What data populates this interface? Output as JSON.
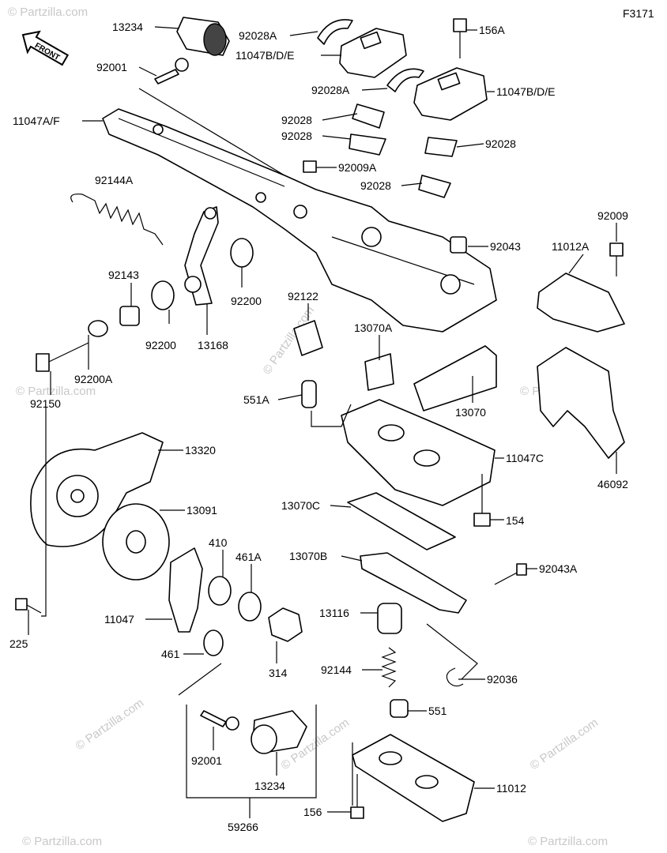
{
  "diagram_code": "F3171",
  "front_label": "FRONT",
  "watermark": "© Partzilla.com",
  "labels": {
    "p13234_top": "13234",
    "p92028A_1": "92028A",
    "p11047BDE_1": "11047B/D/E",
    "p156A": "156A",
    "p92001_top": "92001",
    "p92028A_2": "92028A",
    "p11047BDE_2": "11047B/D/E",
    "p11047AF": "11047A/F",
    "p92028_1": "92028",
    "p92028_2": "92028",
    "p92028_3": "92028",
    "p92028_4": "92028",
    "p92009A": "92009A",
    "p92144A": "92144A",
    "p92009": "92009",
    "p11012A": "11012A",
    "p92043": "92043",
    "p92143": "92143",
    "p92122": "92122",
    "p92200_1": "92200",
    "p92200_2": "92200",
    "p13168": "13168",
    "p13070A": "13070A",
    "p92200A": "92200A",
    "p92150": "92150",
    "p551A": "551A",
    "p13070": "13070",
    "p46092": "46092",
    "p11047C": "11047C",
    "p13320": "13320",
    "p13070C": "13070C",
    "p154": "154",
    "p13091": "13091",
    "p410": "410",
    "p461A": "461A",
    "p13070B": "13070B",
    "p92043A": "92043A",
    "p11047": "11047",
    "p13116": "13116",
    "p225": "225",
    "p461": "461",
    "p314": "314",
    "p92144": "92144",
    "p92036": "92036",
    "p551": "551",
    "p92001_bot": "92001",
    "p13234_bot": "13234",
    "p11012": "11012",
    "p156": "156",
    "p59266": "59266"
  }
}
